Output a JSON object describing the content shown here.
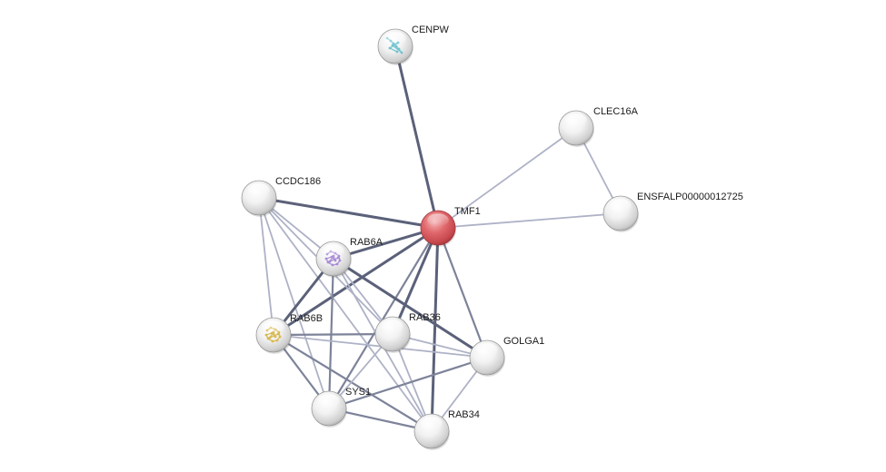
{
  "colors": {
    "query_node": "#d9545a",
    "node": "#dcdcdc",
    "edge_strong": "#5b6179",
    "edge_medium": "#7d8399",
    "edge_weak": "#aeb2c6"
  },
  "nodes": [
    {
      "id": "CENPW",
      "label": "CENPW",
      "query": false,
      "structure": "teal"
    },
    {
      "id": "CLEC16A",
      "label": "CLEC16A",
      "query": false,
      "structure": null
    },
    {
      "id": "CCDC186",
      "label": "CCDC186",
      "query": false,
      "structure": null
    },
    {
      "id": "TMF1",
      "label": "TMF1",
      "query": true,
      "structure": null
    },
    {
      "id": "ENSFALP",
      "label": "ENSFALP00000012725",
      "query": false,
      "structure": null
    },
    {
      "id": "RAB6A",
      "label": "RAB6A",
      "query": false,
      "structure": "purple"
    },
    {
      "id": "RAB6B",
      "label": "RAB6B",
      "query": false,
      "structure": "gold"
    },
    {
      "id": "RAB36",
      "label": "RAB36",
      "query": false,
      "structure": null
    },
    {
      "id": "GOLGA1",
      "label": "GOLGA1",
      "query": false,
      "structure": null
    },
    {
      "id": "SYS1",
      "label": "SYS1",
      "query": false,
      "structure": null
    },
    {
      "id": "RAB34",
      "label": "RAB34",
      "query": false,
      "structure": null
    }
  ],
  "edges": [
    {
      "from": "TMF1",
      "to": "CENPW",
      "strength": "strong"
    },
    {
      "from": "TMF1",
      "to": "CLEC16A",
      "strength": "weak"
    },
    {
      "from": "TMF1",
      "to": "ENSFALP",
      "strength": "weak"
    },
    {
      "from": "CLEC16A",
      "to": "ENSFALP",
      "strength": "weak"
    },
    {
      "from": "TMF1",
      "to": "CCDC186",
      "strength": "strong"
    },
    {
      "from": "TMF1",
      "to": "RAB6A",
      "strength": "strong"
    },
    {
      "from": "TMF1",
      "to": "RAB6B",
      "strength": "strong"
    },
    {
      "from": "TMF1",
      "to": "RAB36",
      "strength": "strong"
    },
    {
      "from": "TMF1",
      "to": "GOLGA1",
      "strength": "medium"
    },
    {
      "from": "TMF1",
      "to": "SYS1",
      "strength": "medium"
    },
    {
      "from": "TMF1",
      "to": "RAB34",
      "strength": "strong"
    },
    {
      "from": "CCDC186",
      "to": "RAB6A",
      "strength": "weak"
    },
    {
      "from": "CCDC186",
      "to": "RAB6B",
      "strength": "weak"
    },
    {
      "from": "CCDC186",
      "to": "RAB36",
      "strength": "weak"
    },
    {
      "from": "CCDC186",
      "to": "SYS1",
      "strength": "weak"
    },
    {
      "from": "CCDC186",
      "to": "RAB34",
      "strength": "weak"
    },
    {
      "from": "RAB6A",
      "to": "RAB6B",
      "strength": "strong"
    },
    {
      "from": "RAB6A",
      "to": "GOLGA1",
      "strength": "strong"
    },
    {
      "from": "RAB6A",
      "to": "SYS1",
      "strength": "medium"
    },
    {
      "from": "RAB6A",
      "to": "RAB34",
      "strength": "weak"
    },
    {
      "from": "RAB6A",
      "to": "RAB36",
      "strength": "weak"
    },
    {
      "from": "RAB6B",
      "to": "RAB36",
      "strength": "medium"
    },
    {
      "from": "RAB6B",
      "to": "SYS1",
      "strength": "medium"
    },
    {
      "from": "RAB6B",
      "to": "RAB34",
      "strength": "medium"
    },
    {
      "from": "RAB6B",
      "to": "GOLGA1",
      "strength": "weak"
    },
    {
      "from": "RAB36",
      "to": "SYS1",
      "strength": "weak"
    },
    {
      "from": "RAB36",
      "to": "RAB34",
      "strength": "weak"
    },
    {
      "from": "RAB36",
      "to": "GOLGA1",
      "strength": "weak"
    },
    {
      "from": "GOLGA1",
      "to": "SYS1",
      "strength": "medium"
    },
    {
      "from": "GOLGA1",
      "to": "RAB34",
      "strength": "weak"
    },
    {
      "from": "SYS1",
      "to": "RAB34",
      "strength": "medium"
    }
  ]
}
